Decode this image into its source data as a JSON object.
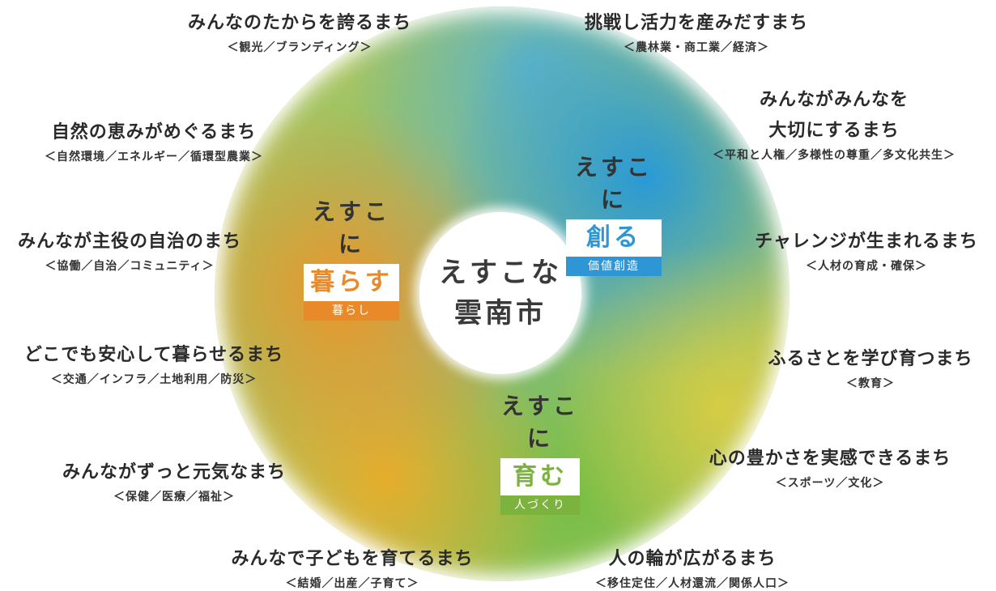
{
  "center": {
    "line1": "えすこな",
    "line2": "雲南市"
  },
  "pillars": {
    "kurasu": {
      "pre": "えすこに",
      "main": "暮らす",
      "sub": "暮らし"
    },
    "tsukuru": {
      "pre": "えすこに",
      "main": "創る",
      "sub": "価値創造"
    },
    "hagukumu": {
      "pre": "えすこに",
      "main": "育む",
      "sub": "人づくり"
    }
  },
  "goals": [
    {
      "title": "みんなのたからを誇るまち",
      "sub": "＜観光／ブランディング＞"
    },
    {
      "title": "挑戦し活力を産みだすまち",
      "sub": "＜農林業・商工業／経済＞"
    },
    {
      "title": "自然の恵みがめぐるまち",
      "sub": "＜自然環境／エネルギー／循環型農業＞"
    },
    {
      "title1": "みんながみんなを",
      "title2": "大切にするまち",
      "sub": "＜平和と人権／多様性の尊重／多文化共生＞"
    },
    {
      "title": "みんなが主役の自治のまち",
      "sub": "＜協働／自治／コミュニティ＞"
    },
    {
      "title": "チャレンジが生まれるまち",
      "sub": "＜人材の育成・確保＞"
    },
    {
      "title": "どこでも安心して暮らせるまち",
      "sub": "＜交通／インフラ／土地利用／防災＞"
    },
    {
      "title": "ふるさとを学び育つまち",
      "sub": "＜教育＞"
    },
    {
      "title": "みんながずっと元気なまち",
      "sub": "＜保健／医療／福祉＞"
    },
    {
      "title": "心の豊かさを実感できるまち",
      "sub": "＜スポーツ／文化＞"
    },
    {
      "title": "みんなで子どもを育てるまち",
      "sub": "＜結婚／出産／子育て＞"
    },
    {
      "title": "人の輪が広がるまち",
      "sub": "＜移住定住／人材還流／関係人口＞"
    }
  ],
  "colors": {
    "kurasu": "#e8892a",
    "tsukuru": "#2f96d5",
    "hagukumu": "#7cb33f"
  }
}
